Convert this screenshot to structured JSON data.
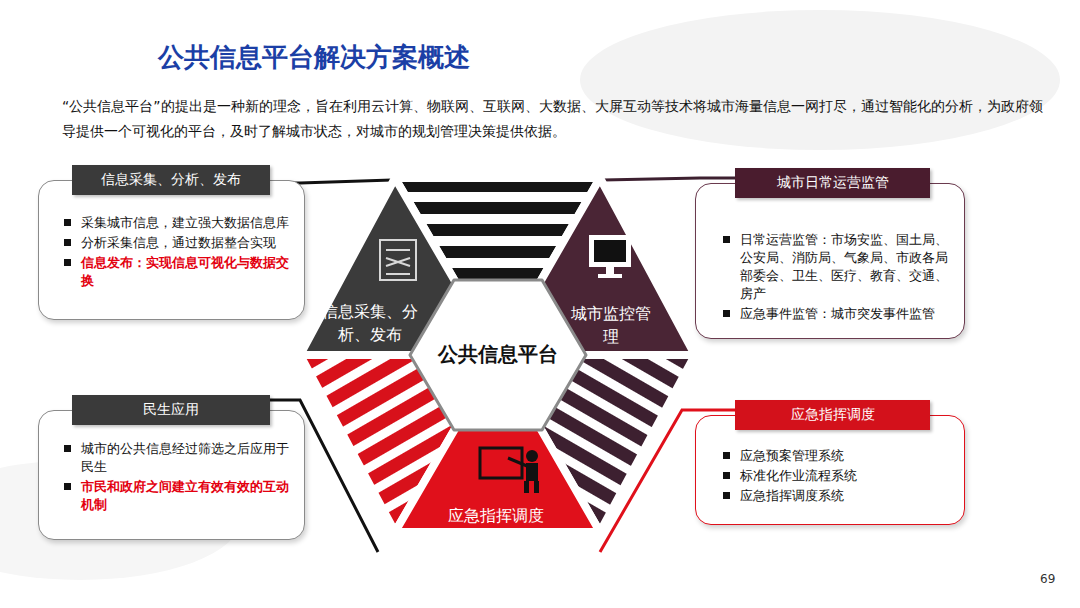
{
  "diagram": {
    "title": "公共信息平台解决方案概述",
    "nodes": [
      {
        "text": [
          "信息采集、分析、发布",
          "采集城市信息，建立强大数据信息库",
          "分析采集信息，通过数据整合实现",
          "信息发布：实现信息可视化与数据交换"
        ]
      },
      {
        "text": [
          "城市日常运营监管",
          "日常运营监管：市场安监、国土局、公安局、消防局、气象局、市政各局部委会、卫生、医疗、教育、交通、房产",
          "应急事件监管：城市突发事件监管"
        ]
      },
      {
        "text": [
          "民生应用",
          "城市的公共信息经过筛选之后应用于民生",
          "市民和政府之间建立有效有效的互动机制"
        ]
      },
      {
        "text": [
          "应急指挥调度",
          "应急预案管理系统",
          "标准化作业流程系统",
          "应急指挥调度系统"
        ]
      },
      {
        "text": [
          "信息采集、分析、发布"
        ]
      },
      {
        "text": [
          "城市监控管理"
        ]
      },
      {
        "text": [
          "应急指挥调度"
        ]
      },
      {
        "text": [
          "公共信息平台"
        ]
      }
    ],
    "labels": [
      "“公共信息平台”的提出是一种新的理念，旨在利用云计算、物联网、互联网、大数据、大屏互动等技术将城市海量信息一网打尽，通过智能化的分析，为政府领导提供一个可视化的平台，及时了解城市状态，对城市的规划管理决策提供依据。",
      "69"
    ]
  }
}
